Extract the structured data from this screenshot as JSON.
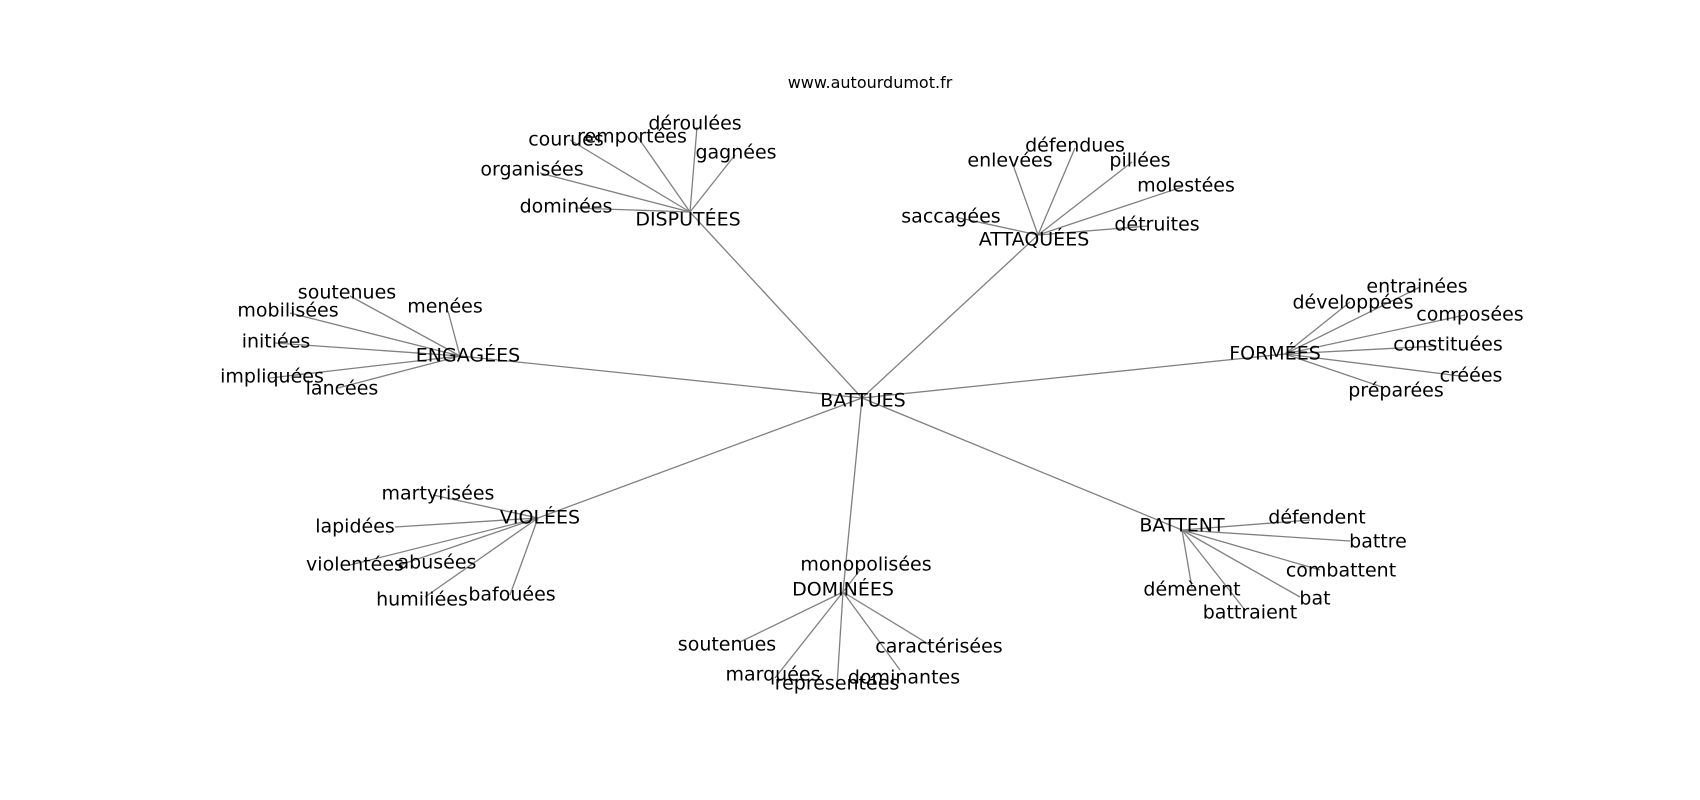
{
  "site": "www.autourdumot.fr",
  "colors": {
    "edge": "#808080",
    "text": "#000000",
    "background": "#ffffff"
  },
  "graph": {
    "center": "BATTUES",
    "groups": [
      {
        "hub": "DISPUTÉES",
        "leaves": [
          "courues",
          "remportées",
          "déroulées",
          "gagnées",
          "organisées",
          "dominées"
        ]
      },
      {
        "hub": "ATTAQUÉES",
        "leaves": [
          "enlevées",
          "défendues",
          "pillées",
          "molestées",
          "saccagées",
          "détruites"
        ]
      },
      {
        "hub": "ENGAGÉES",
        "leaves": [
          "soutenues",
          "mobilisées",
          "menées",
          "initiées",
          "impliquées",
          "lancées"
        ]
      },
      {
        "hub": "FORMÉES",
        "leaves": [
          "entrainées",
          "développées",
          "composées",
          "constituées",
          "créées",
          "préparées"
        ]
      },
      {
        "hub": "VIOLÉES",
        "leaves": [
          "martyrisées",
          "lapidées",
          "violentées",
          "abusées",
          "humiliées",
          "bafouées"
        ]
      },
      {
        "hub": "DOMINÉES",
        "leaves": [
          "monopolisées",
          "soutenues",
          "marquées",
          "représentées",
          "dominantes",
          "caractérisées"
        ]
      },
      {
        "hub": "BATTENT",
        "leaves": [
          "défendent",
          "battre",
          "combattent",
          "bat",
          "démènent",
          "battraient"
        ]
      }
    ]
  }
}
